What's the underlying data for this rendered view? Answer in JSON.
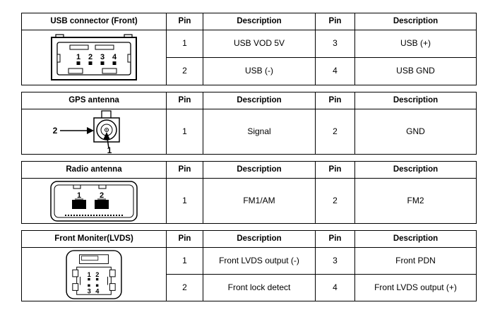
{
  "document": {
    "background": "#ffffff",
    "text_color": "#000000",
    "border_color": "#000000"
  },
  "tables": [
    {
      "title": "USB connector (Front)",
      "diagram": "usb-connector-front-diagram",
      "diagram_labels": [
        "1",
        "2",
        "3",
        "4"
      ],
      "headers": {
        "pin_a": "Pin",
        "desc_a": "Description",
        "pin_b": "Pin",
        "desc_b": "Description"
      },
      "rows": [
        {
          "pin_a": "1",
          "desc_a": "USB VOD 5V",
          "pin_b": "3",
          "desc_b": "USB (+)"
        },
        {
          "pin_a": "2",
          "desc_a": "USB (-)",
          "pin_b": "4",
          "desc_b": "USB GND"
        }
      ]
    },
    {
      "title": "GPS antenna",
      "diagram": "gps-antenna-diagram",
      "diagram_labels": [
        "2",
        "1"
      ],
      "headers": {
        "pin_a": "Pin",
        "desc_a": "Description",
        "pin_b": "Pin",
        "desc_b": "Description"
      },
      "rows": [
        {
          "pin_a": "1",
          "desc_a": "Signal",
          "pin_b": "2",
          "desc_b": "GND"
        }
      ]
    },
    {
      "title": "Radio antenna",
      "diagram": "radio-antenna-diagram",
      "diagram_labels": [
        "1",
        "2"
      ],
      "headers": {
        "pin_a": "Pin",
        "desc_a": "Description",
        "pin_b": "Pin",
        "desc_b": "Description"
      },
      "rows": [
        {
          "pin_a": "1",
          "desc_a": "FM1/AM",
          "pin_b": "2",
          "desc_b": "FM2"
        }
      ]
    },
    {
      "title": "Front Moniter(LVDS)",
      "diagram": "front-monitor-lvds-diagram",
      "diagram_labels": [
        "1",
        "2",
        "3",
        "4"
      ],
      "headers": {
        "pin_a": "Pin",
        "desc_a": "Description",
        "pin_b": "Pin",
        "desc_b": "Description"
      },
      "rows": [
        {
          "pin_a": "1",
          "desc_a": "Front LVDS output (-)",
          "pin_b": "3",
          "desc_b": "Front PDN"
        },
        {
          "pin_a": "2",
          "desc_a": "Front lock detect",
          "pin_b": "4",
          "desc_b": "Front LVDS output (+)"
        }
      ]
    }
  ]
}
